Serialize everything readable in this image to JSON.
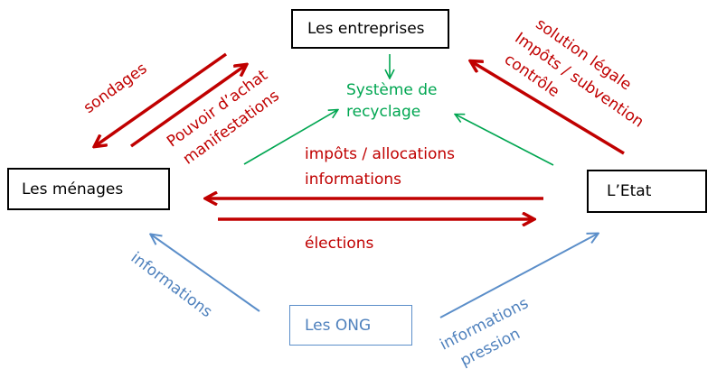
{
  "colors": {
    "red": "#c00000",
    "green": "#00a651",
    "blue": "#4f81bd",
    "black": "#000000"
  },
  "nodes": {
    "entreprises": "Les entreprises",
    "menages": "Les ménages",
    "etat": "L’Etat",
    "ong": "Les ONG",
    "recyclage_line1": "Système de",
    "recyclage_line2": "recyclage"
  },
  "edge_labels": {
    "sondages": "sondages",
    "pouvoir_line1": "Pouvoir d’achat",
    "pouvoir_line2": "manifestations",
    "etat_ent_line1": "solution légale",
    "etat_ent_line2": "Impôts / subvention",
    "etat_ent_line3": "contrôle",
    "impots_line1": "impôts / allocations",
    "impots_line2": "informations",
    "elections": "élections",
    "ong_menages": "informations",
    "ong_etat_line1": "informations",
    "ong_etat_line2": "pression"
  }
}
